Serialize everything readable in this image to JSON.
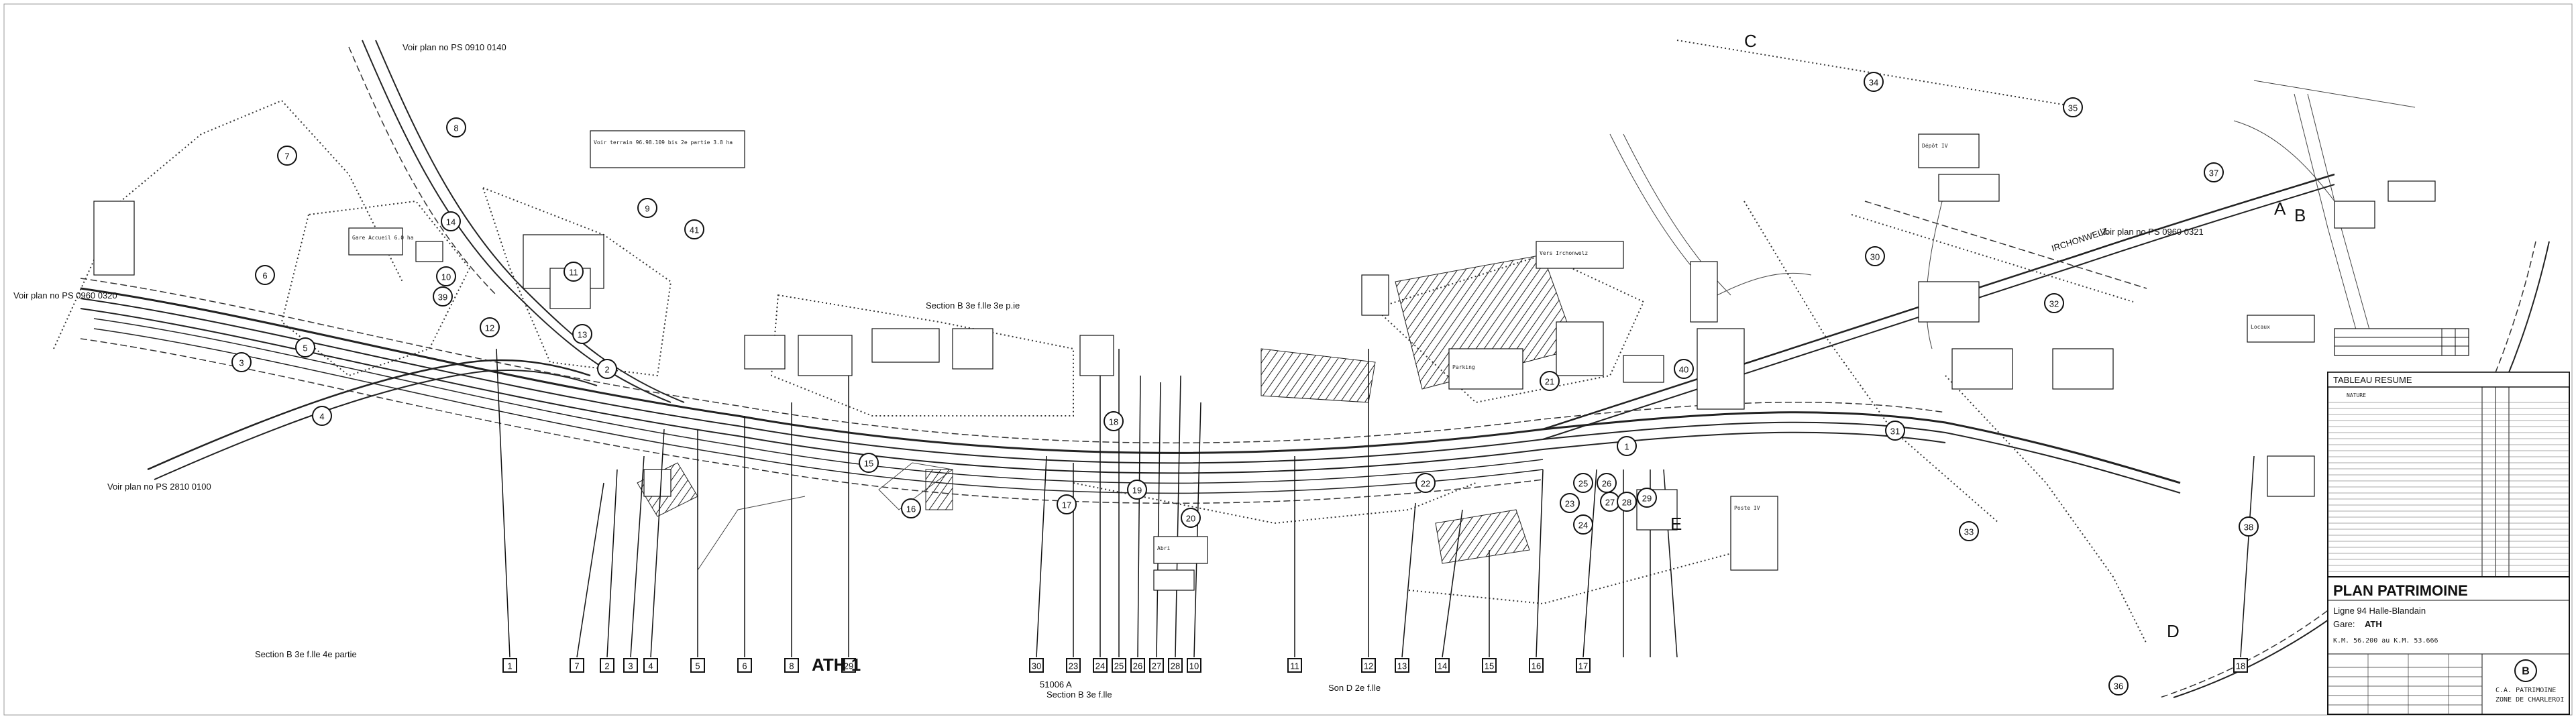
{
  "title_block": {
    "title": "PLAN PATRIMOINE",
    "line": "Ligne 94 Halle-Blandain",
    "gare_label": "Gare:",
    "gare": "ATH",
    "km": "K.M. 56.200 au K.M. 53.666",
    "company_line1": "C.A. PATRIMOINE",
    "company_line2": "ZONE DE CHARLEROI",
    "logo_letter": "B"
  },
  "tableau": {
    "heading": "TABLEAU RESUME",
    "col_nature": "NATURE"
  },
  "stations": {
    "ath_label": "ATH 1",
    "ath_ref": "51006 A"
  },
  "streets": {
    "irchonwelz": "IRCHONWELZ"
  },
  "section_labels": [
    "Section B 3e f.lle 3e p.ie",
    "Section B 3e f.lle 4e partie",
    "Section B 3e f.lle",
    "Son D 2e f.lle"
  ],
  "see_plan_refs": [
    "Voir plan no PS 0910 0140",
    "Voir plan no PS 0960 0320",
    "Voir plan no PS 2810 0100",
    "Voir plan no PS 0960 0321"
  ],
  "parcel_circles": [
    "1",
    "2",
    "3",
    "4",
    "5",
    "6",
    "7",
    "8",
    "9",
    "10",
    "11",
    "12",
    "13",
    "14",
    "15",
    "16",
    "17",
    "18",
    "19",
    "20",
    "21",
    "22",
    "23",
    "24",
    "25",
    "26",
    "27",
    "28",
    "29",
    "30",
    "31",
    "32",
    "33",
    "34",
    "35",
    "36",
    "37",
    "38",
    "39",
    "40",
    "41"
  ],
  "bottom_squares": [
    "1",
    "7",
    "2",
    "3",
    "4",
    "5",
    "6",
    "8",
    "29",
    "30",
    "23",
    "24",
    "25",
    "26",
    "27",
    "28",
    "10",
    "11",
    "12",
    "13",
    "14",
    "15",
    "16",
    "17",
    "18"
  ],
  "callouts": [
    "Voir terrain 96.98.109 bis 2e partie 3.8 ha",
    "Gare Accueil 6.0 ha",
    "Vers Irchonwelz",
    "Parking",
    "Poste IV",
    "Dépôt IV",
    "Locaux",
    "Abri"
  ],
  "section_letters": [
    "A",
    "B",
    "C",
    "D",
    "E"
  ]
}
